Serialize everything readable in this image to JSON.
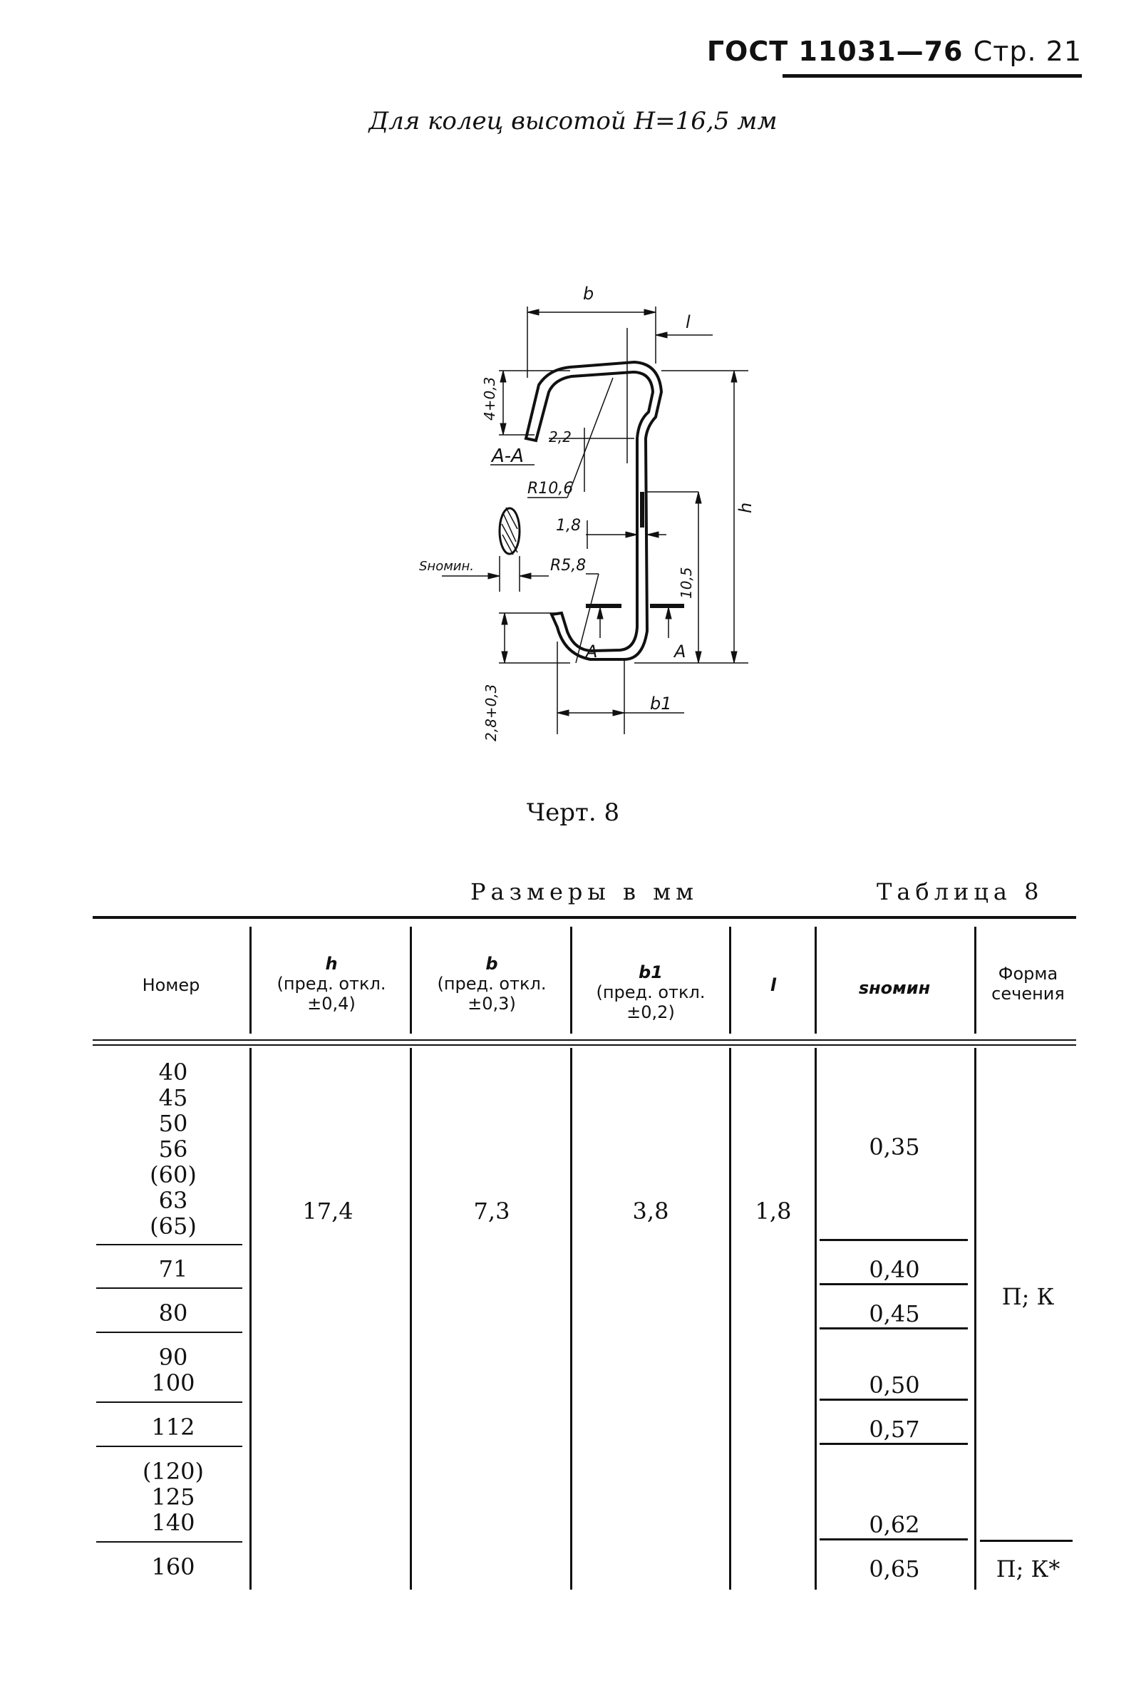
{
  "header": {
    "standard": "ГОСТ 11031—76",
    "page": "Стр. 21"
  },
  "subtitle": "Для колец высотой H=16,5 мм",
  "drawing": {
    "labels": {
      "b": "b",
      "l": "l",
      "h": "h",
      "b1": "b1",
      "tol_top": "4+0,3",
      "tol_bottom": "2,8+0,3",
      "dim_2_2": "2,2",
      "r10_6": "R10,6",
      "dim_1_8": "1,8",
      "r5_8": "R5,8",
      "dim_10_5": "10,5",
      "section_aa": "A-A",
      "s_nom": "Sномин.",
      "a_left": "A",
      "a_right": "A"
    }
  },
  "caption": "Черт. 8",
  "table_meta": {
    "dims": "Размеры в мм",
    "title": "Таблица 8"
  },
  "table": {
    "headers": {
      "nomer": "Номер",
      "h_sym": "h",
      "h_tol": "(пред. откл. ±0,4)",
      "b_sym": "b",
      "b_tol": "(пред. откл. ±0,3)",
      "b1_sym": "b1",
      "b1_tol": "(пред. откл. ±0,2)",
      "l_sym": "l",
      "s_sym": "sномин",
      "forma": "Форма сечения"
    },
    "common": {
      "h": "17,4",
      "b": "7,3",
      "b1": "3,8",
      "l": "1,8"
    },
    "numbers": [
      "40",
      "45",
      "50",
      "56",
      "(60)",
      "63",
      "(65)",
      "71",
      "80",
      "90",
      "100",
      "112",
      "(120)",
      "125",
      "140",
      "160"
    ],
    "s_values": [
      "0,35",
      "0,40",
      "0,45",
      "0,50",
      "0,57",
      "0,62",
      "0,65"
    ],
    "forma_values": [
      "П; К",
      "П; К*"
    ]
  }
}
